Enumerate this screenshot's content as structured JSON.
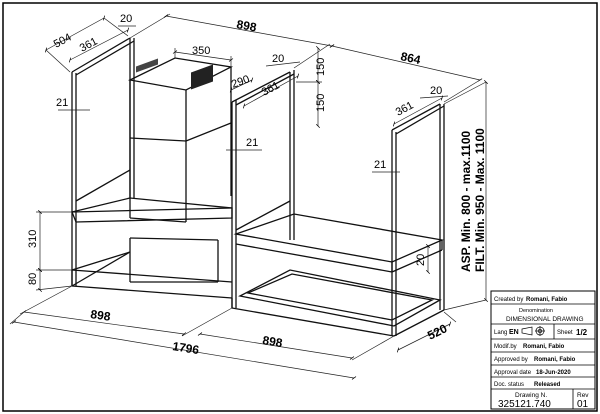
{
  "dimensions": {
    "top_width": "898",
    "right_width": "864",
    "left_frame_depth": "504",
    "left_frame_inner": "361",
    "left_frame_top": "20",
    "hood_width": "350",
    "hood_depth": "290",
    "left_side_offset": "21",
    "hood_side_offset": "21",
    "mid_frame_top": "20",
    "mid_frame_inner": "361",
    "mid_150_a": "150",
    "mid_150_b": "150",
    "right_frame_top": "20",
    "right_frame_inner": "361",
    "right_side_offset": "21",
    "height_310": "310",
    "height_80": "80",
    "shelf_20": "20",
    "right_height_asp": "ASP. Min. 800 - max.1100",
    "right_height_filt": "FILT. Min. 950 - Max. 1100",
    "bottom_left": "898",
    "bottom_total": "1796",
    "bottom_right": "898",
    "depth": "520"
  },
  "title_block": {
    "created_by_label": "Created by",
    "created_by": "Romani, Fabio",
    "denomination_label": "Denomination",
    "denomination": "DIMENSIONAL DRAWING",
    "lang_label": "Lang",
    "lang": "EN",
    "sheet_label": "Sheet",
    "sheet": "1/2",
    "modif_label": "Modif.by",
    "modif_by": "Romani, Fabio",
    "approved_label": "Approved by",
    "approved_by": "Romani, Fabio",
    "approval_date_label": "Approval date",
    "approval_date": "18-Jun-2020",
    "doc_status_label": "Doc. status",
    "doc_status": "Released",
    "drawing_label": "Drawing N.",
    "drawing_number": "325121.740",
    "rev_label": "Rev",
    "rev": "01"
  }
}
